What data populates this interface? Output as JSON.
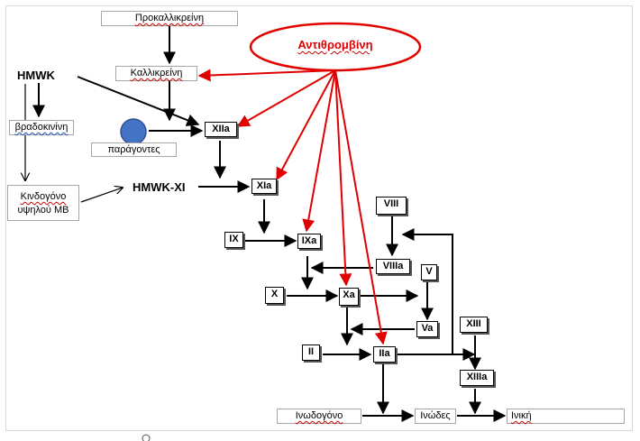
{
  "diagram": {
    "nodes": {
      "prokallikrein": "Προκαλλικρείνη",
      "kallikrein": "Καλλικρείνη",
      "antithrombin": "Αντιθρομβίνη",
      "hmwk": "HMWK",
      "bradykinin": "βραδοκινίνη",
      "factors": "παράγοντες",
      "xiia": "XIIa",
      "kininogen_line1": "Κινδογόνο",
      "kininogen_line2": "υψηλού MB",
      "hmwk_xi": "HMWK-XI",
      "xia": "XIa",
      "viii": "VIII",
      "ix": "IX",
      "ixa": "IXa",
      "viiia": "VIIIa",
      "v": "V",
      "x": "X",
      "xa": "Xa",
      "va": "Va",
      "xiii": "XIII",
      "ii": "II",
      "iia": "IIa",
      "xiiia": "XIIIa",
      "fibrinogen": "Ινωδογόνο",
      "fibrin_strands": "Ινώδες",
      "fibrin": "Ινική"
    },
    "colors": {
      "inhibition": "#e00000",
      "activation": "#000000",
      "factor_node": "#4472c4"
    }
  }
}
